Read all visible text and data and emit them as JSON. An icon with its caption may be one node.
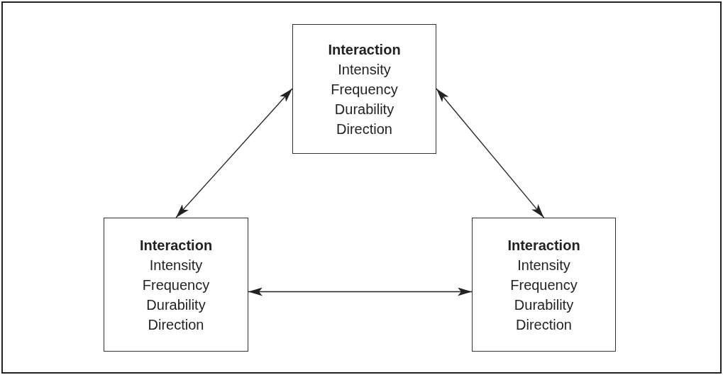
{
  "diagram": {
    "nodes": [
      {
        "text": [
          "Interaction",
          "Intensity",
          "Frequency",
          "Durability",
          "Direction"
        ]
      },
      {
        "text": [
          "Interaction",
          "Intensity",
          "Frequency",
          "Durability",
          "Direction"
        ]
      },
      {
        "text": [
          "Interaction",
          "Intensity",
          "Frequency",
          "Durability",
          "Direction"
        ]
      }
    ],
    "edges": [
      {
        "from": 0,
        "to": 1,
        "arrow": "both"
      },
      {
        "from": 0,
        "to": 2,
        "arrow": "both"
      },
      {
        "from": 1,
        "to": 2,
        "arrow": "both"
      }
    ]
  }
}
